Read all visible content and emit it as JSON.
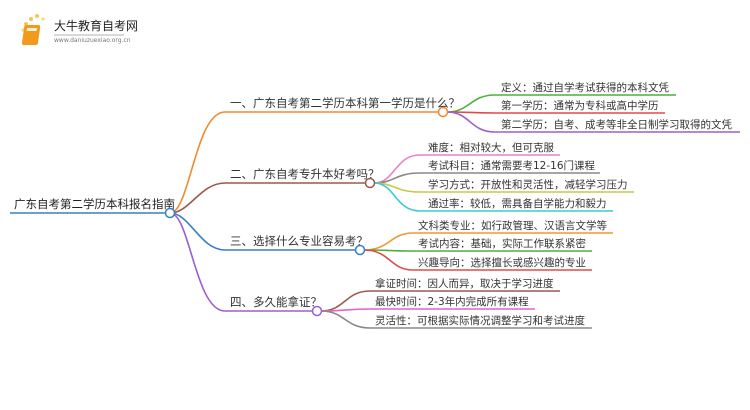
{
  "logo": {
    "title": "大牛教育自考网",
    "url": "www.daniuzuexiao.org.cn"
  },
  "root": {
    "label": "广东自考第二学历本科报名指南",
    "color": "#3a7fc4"
  },
  "branches": [
    {
      "label": "一、广东自考第二学历本科第一学历是什么？",
      "color": "#f28a2e",
      "children": [
        {
          "label": "定义：通过自学考试获得的本科文凭",
          "color": "#4caf3e"
        },
        {
          "label": "第一学历：通常为专科或高中学历",
          "color": "#e04a4a"
        },
        {
          "label": "第二学历：自考、成考等非全日制学习取得的文凭",
          "color": "#9b5fd0"
        }
      ]
    },
    {
      "label": "二、广东自考专升本好考吗？",
      "color": "#9a5a4a",
      "children": [
        {
          "label": "难度：相对较大，但可克服",
          "color": "#e880c8"
        },
        {
          "label": "考试科目：通常需要考12-16门课程",
          "color": "#888888"
        },
        {
          "label": "学习方式：开放性和灵活性，减轻学习压力",
          "color": "#c8c84a"
        },
        {
          "label": "通过率：较低，需具备自学能力和毅力",
          "color": "#3cc8dc"
        }
      ]
    },
    {
      "label": "三、选择什么专业容易考？",
      "color": "#3a7fc4",
      "children": [
        {
          "label": "文科类专业：如行政管理、汉语言文学等",
          "color": "#f2952e"
        },
        {
          "label": "考试内容：基础，实际工作联系紧密",
          "color": "#4caf3e"
        },
        {
          "label": "兴趣导向：选择擅长或感兴趣的专业",
          "color": "#e04a4a"
        }
      ]
    },
    {
      "label": "四、多久能拿证？",
      "color": "#9b5fd0",
      "children": [
        {
          "label": "拿证时间：因人而异，取决于学习进度",
          "color": "#9a5a4a"
        },
        {
          "label": "最快时间：2-3年内完成所有课程",
          "color": "#e860c8"
        },
        {
          "label": "灵活性：可根据实际情况调整学习和考试进度",
          "color": "#888888"
        }
      ]
    }
  ]
}
